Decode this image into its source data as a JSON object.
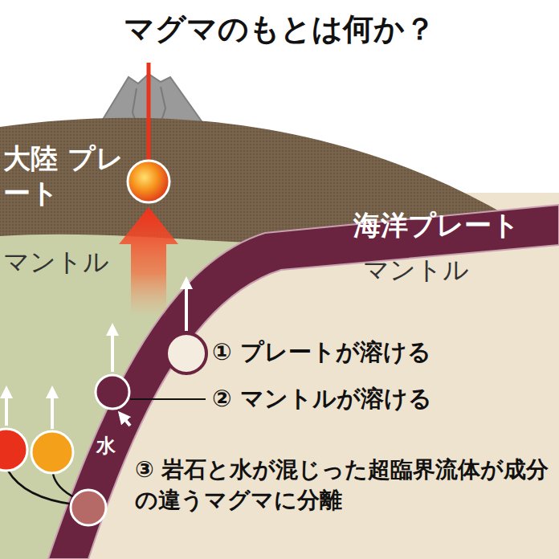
{
  "diagram": {
    "title": "マグマのもとは何か？",
    "labels": [
      "大陸 プレート",
      "マントル",
      "海洋プレート",
      "マントル",
      "① プレートが溶ける",
      "② マントルが溶ける",
      "水",
      "③ 岩石と水が混じった超臨界流体が成分の違うマグマに分離"
    ]
  }
}
